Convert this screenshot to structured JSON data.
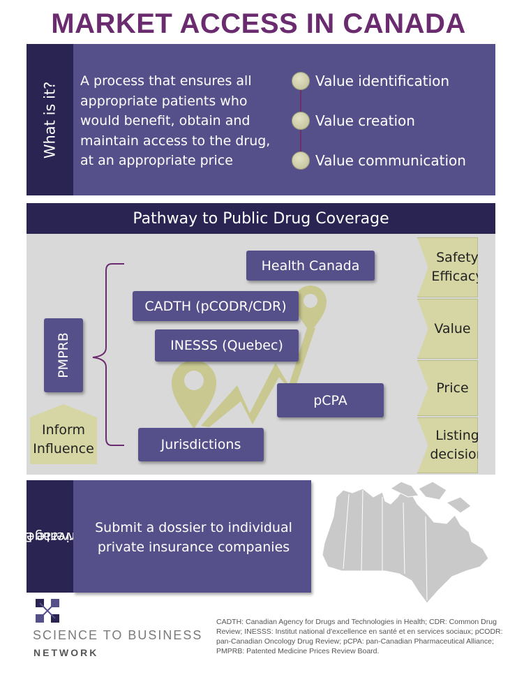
{
  "title": "MARKET ACCESS IN CANADA",
  "what": {
    "side_label": "What is it?",
    "description": "A process that ensures all appropriate patients who would benefit, obtain and maintain access to the drug, at an appropriate price",
    "values": [
      "Value identification",
      "Value creation",
      "Value communication"
    ]
  },
  "pathway": {
    "header": "Pathway to Public Drug Coverage",
    "bodies": {
      "health_canada": "Health Canada",
      "cadth": "CADTH (pCODR/CDR)",
      "inesss": "INESSS (Quebec)",
      "pcpa": "pCPA",
      "jurisdictions": "Jurisdictions",
      "pmprb": "PMPRB"
    },
    "inform": [
      "Inform",
      "Influence"
    ],
    "stages": [
      [
        "Safety",
        "Efficacy"
      ],
      [
        "Value"
      ],
      [
        "Price"
      ],
      [
        "Listing",
        "decision"
      ]
    ]
  },
  "private": {
    "side_label": [
      "Private Drug",
      "Coverage"
    ],
    "text": "Submit a dossier to individual private insurance companies"
  },
  "logo": {
    "line1": "SCIENCE TO BUSINESS",
    "line2": "NETWORK"
  },
  "footnote": "CADTH: Canadian Agency for Drugs and Technologies in Health;  CDR: Common Drug Review; INESSS: Institut national d'excellence en santé et en services sociaux; pCODR: pan-Canadian Oncology Drug Review; pCPA: pan-Canadian Pharmaceutical Alliance; PMPRB: Patented Medicine Prices Review Board.",
  "colors": {
    "title": "#6a2b6f",
    "dark_panel": "#2a2453",
    "mid_panel": "#56508a",
    "khaki": "#d6d6a4"
  }
}
